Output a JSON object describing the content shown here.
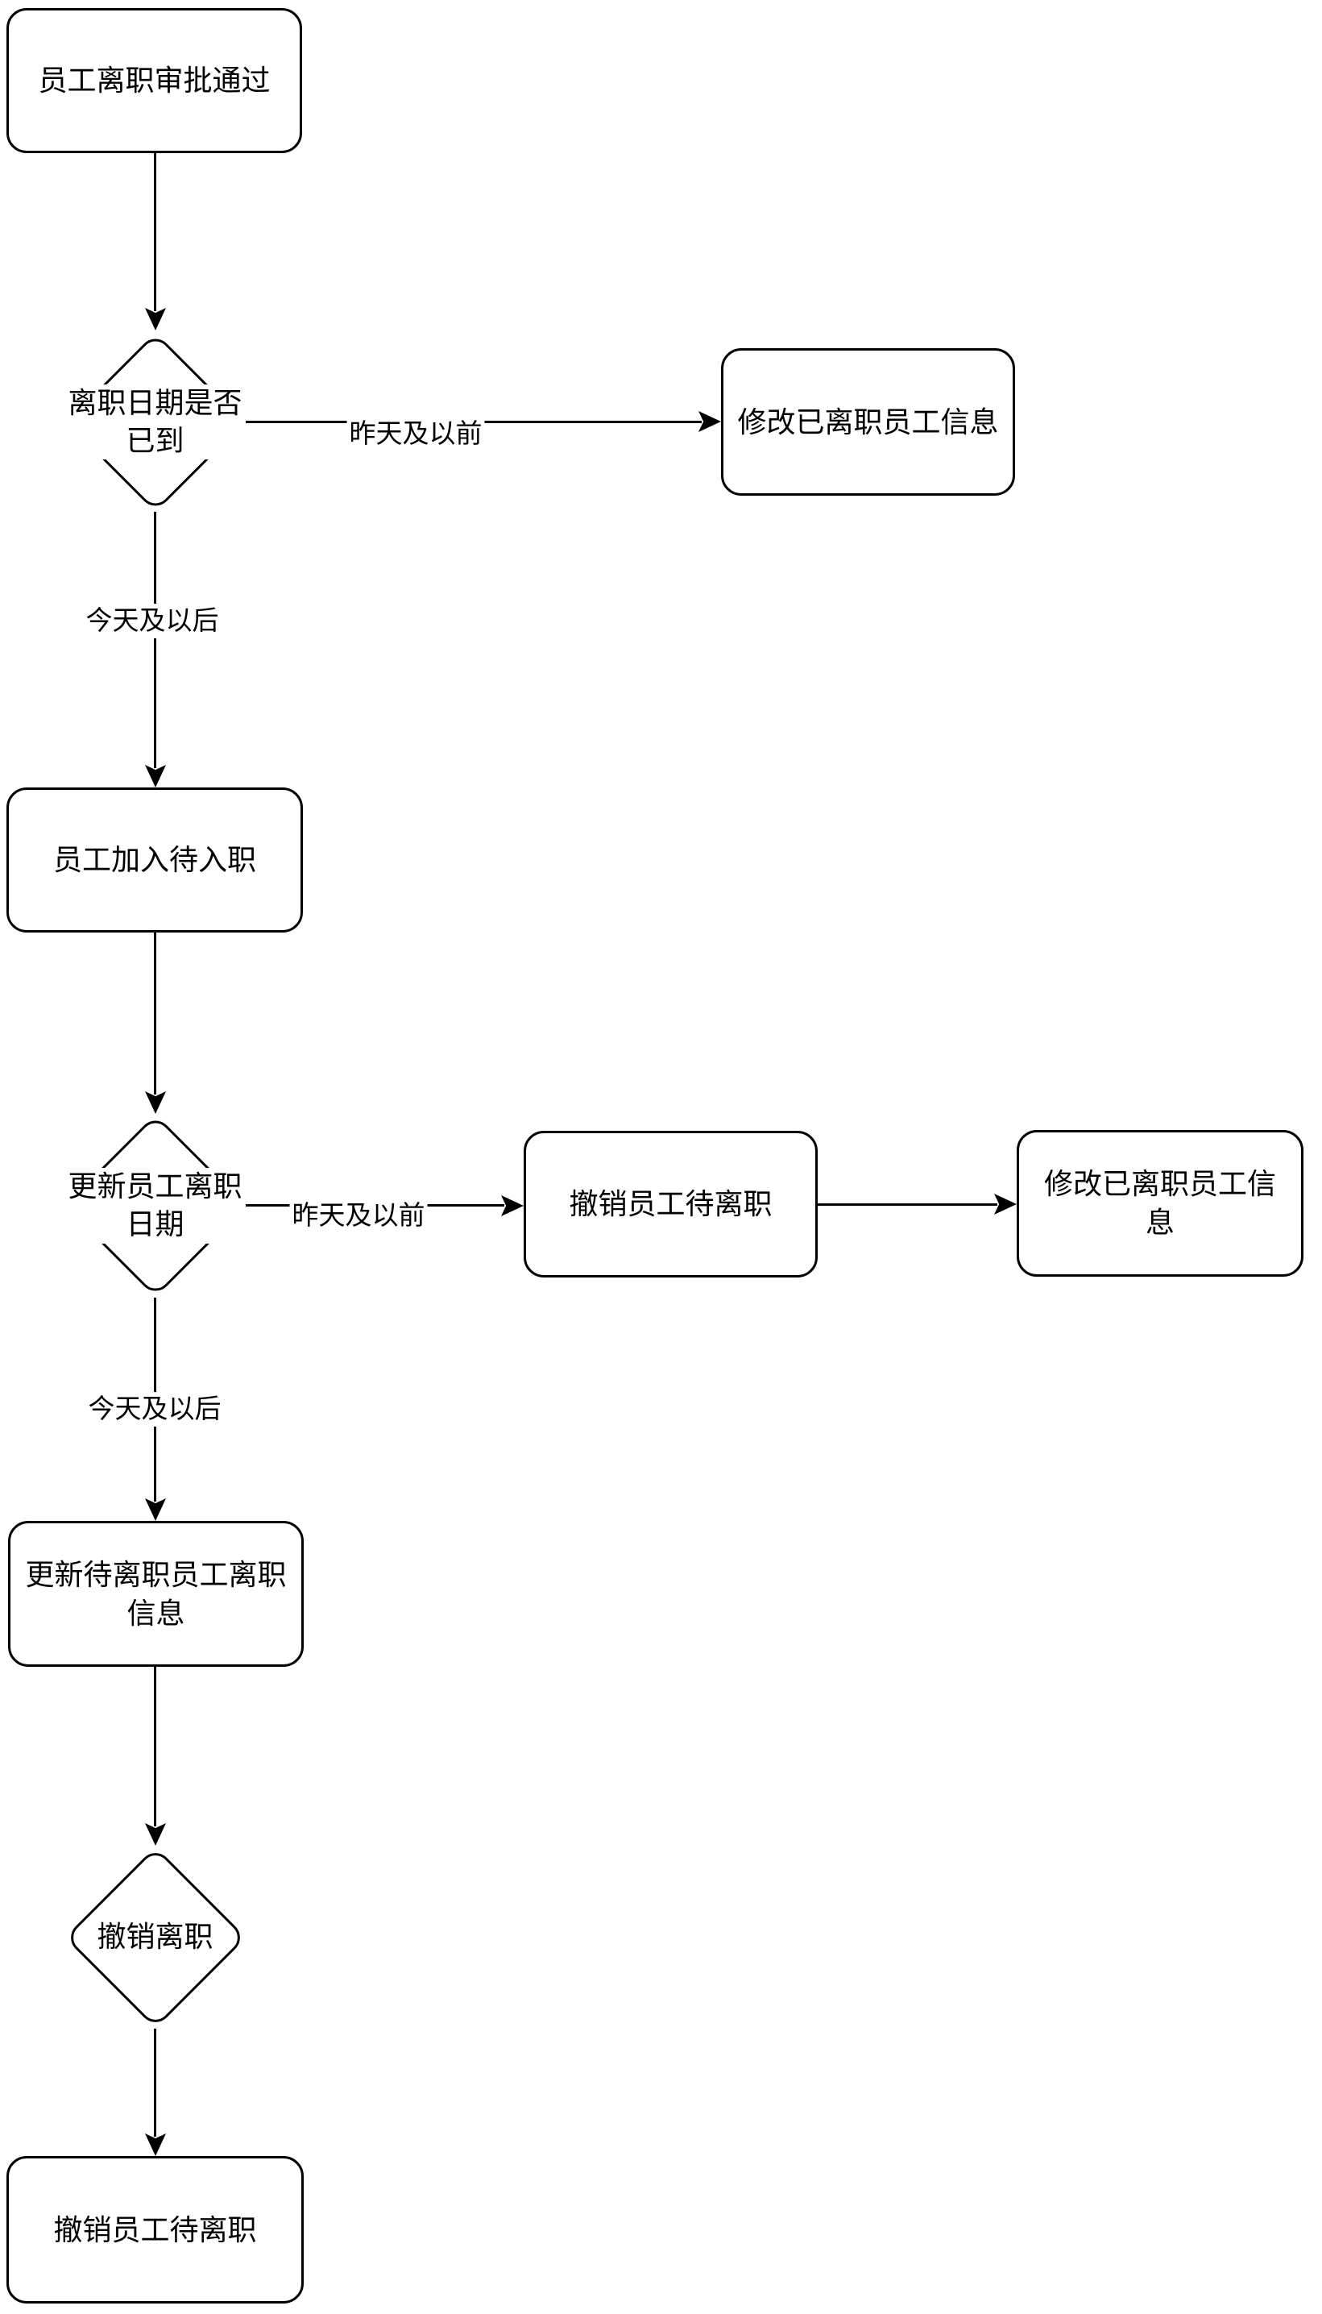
{
  "nodes": {
    "start": "员工离职审批通过",
    "decision_leave_date": "离职日期是否已到",
    "modify_resigned_info_1": "修改已离职员工信息",
    "join_pending_onboard": "员工加入待入职",
    "decision_update_leave_date": "更新员工离职日期",
    "revoke_pending_resign_mid": "撤销员工待离职",
    "modify_resigned_info_2": "修改已离职员工信息",
    "update_pending_resign_info": "更新待离职员工离职信息",
    "decision_revoke_resign": "撤销离职",
    "revoke_pending_resign_end": "撤销员工待离职"
  },
  "edge_labels": {
    "yesterday_and_before_1": "昨天及以前",
    "today_and_after_1": "今天及以后",
    "yesterday_and_before_2": "昨天及以前",
    "today_and_after_2": "今天及以后"
  },
  "colors": {
    "stroke": "#000000",
    "fill": "#ffffff",
    "text": "#000000"
  }
}
